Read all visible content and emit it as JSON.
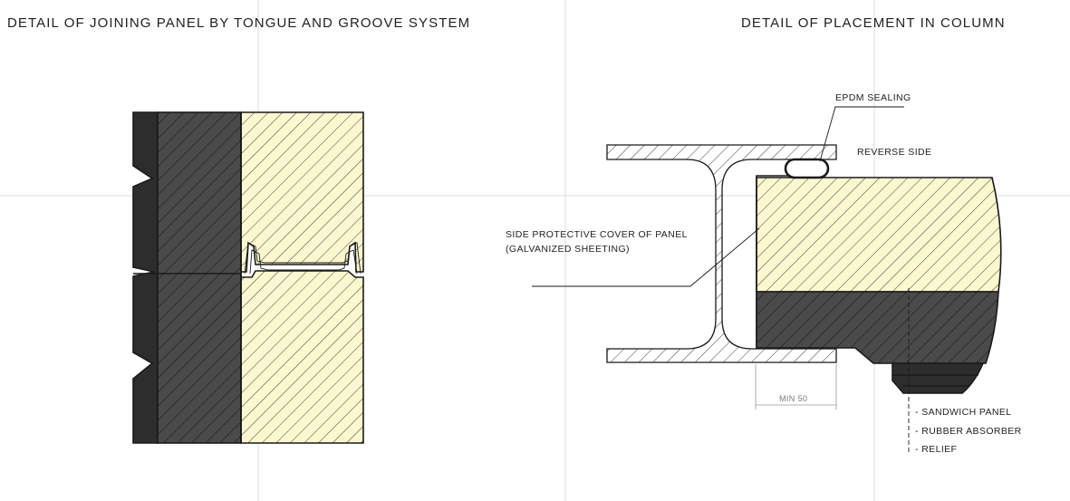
{
  "left_detail": {
    "title": "DETAIL OF JOINING PANEL BY TONGUE AND GROOVE SYSTEM"
  },
  "right_detail": {
    "title": "DETAIL OF PLACEMENT IN COLUMN",
    "labels": {
      "epdm": "EPDM SEALING",
      "reverse": "REVERSE SIDE",
      "cover_line1": "SIDE PROTECTIVE COVER OF PANEL",
      "cover_line2": "(GALVANIZED SHEETING)",
      "sandwich": "- SANDWICH PANEL",
      "absorber": "- RUBBER ABSORBER",
      "relief": "- RELIEF"
    },
    "dimension": "MIN 50"
  },
  "colors": {
    "core": "#fbf7cf",
    "rubber": "#4a4a4a",
    "relief": "#2d2d2d",
    "outline": "#1a1a1a",
    "grid": "#dcdcdc"
  }
}
